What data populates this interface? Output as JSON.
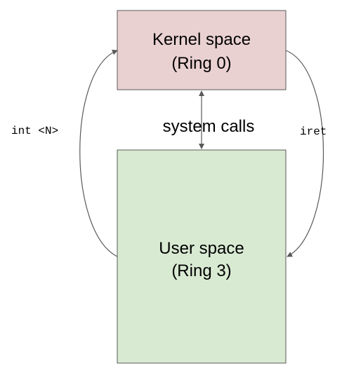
{
  "diagram": {
    "kernel_box": {
      "line1": "Kernel space",
      "line2": "(Ring 0)",
      "fill": "#ead1d1",
      "stroke": "#595959"
    },
    "user_box": {
      "line1": "User space",
      "line2": "(Ring 3)",
      "fill": "#d9ead3",
      "stroke": "#595959"
    },
    "middle_label": "system calls",
    "left_label": "int <N>",
    "right_label": "iret",
    "arrow_color": "#595959"
  }
}
